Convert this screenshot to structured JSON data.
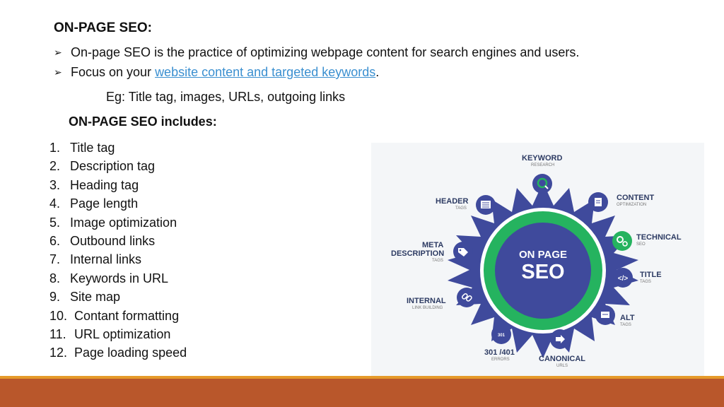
{
  "heading": "ON-PAGE SEO:",
  "bullets": {
    "b1": "On-page SEO is the practice of optimizing webpage content for search engines and users.",
    "b2_prefix": "Focus on your ",
    "b2_link": "website content and targeted keywords",
    "b2_suffix": "."
  },
  "example": "Eg: Title tag, images, URLs, outgoing links",
  "includes_heading": "ON-PAGE SEO includes:",
  "list": [
    {
      "num": "1.",
      "text": "Title tag"
    },
    {
      "num": "2.",
      "text": "Description tag"
    },
    {
      "num": "3.",
      "text": "Heading tag"
    },
    {
      "num": "4.",
      "text": "Page length"
    },
    {
      "num": "5.",
      "text": "Image optimization"
    },
    {
      "num": "6.",
      "text": "Outbound links"
    },
    {
      "num": "7.",
      "text": "Internal links"
    },
    {
      "num": "8.",
      "text": "Keywords in URL"
    },
    {
      "num": "9.",
      "text": "Site map"
    },
    {
      "num": "10.",
      "text": "Contant formatting"
    },
    {
      "num": "11.",
      "text": "URL optimization"
    },
    {
      "num": "12.",
      "text": "Page loading speed"
    }
  ],
  "diagram": {
    "center_line1": "ON PAGE",
    "center_line2": "SEO",
    "nodes": {
      "keyword": {
        "title": "KEYWORD",
        "sub": "RESEARCH",
        "icon": "magnifier-icon"
      },
      "content": {
        "title": "CONTENT",
        "sub": "OPTIMIZATION",
        "icon": "document-icon"
      },
      "technical": {
        "title": "TECHNICAL",
        "sub": "SEO",
        "icon": "gears-icon"
      },
      "title_tags": {
        "title": "TITLE",
        "sub": "TAGS",
        "icon": "code-icon"
      },
      "alt": {
        "title": "ALT",
        "sub": "TAGS",
        "icon": "image-tag-icon"
      },
      "canonical": {
        "title": "CANONICAL",
        "sub": "URLS",
        "icon": "arrow-icon"
      },
      "errors": {
        "title": "301 /401",
        "sub": "ERRORS",
        "icon_text": "301"
      },
      "internal": {
        "title": "INTERNAL",
        "sub": "LINK BUILDING",
        "icon": "link-icon"
      },
      "meta": {
        "title1": "META",
        "title2": "DESCRIPTION",
        "sub": "TAGS",
        "icon": "tag-icon"
      },
      "header": {
        "title": "HEADER",
        "sub": "TAGS",
        "icon": "list-icon"
      }
    }
  },
  "colors": {
    "navy": "#3f4a9c",
    "green": "#25b35f",
    "title_text": "#2d3b63",
    "sub_text": "#777777",
    "link": "#3a8fd0",
    "footer": "#b9572b",
    "footer_line": "#e59a2a"
  }
}
